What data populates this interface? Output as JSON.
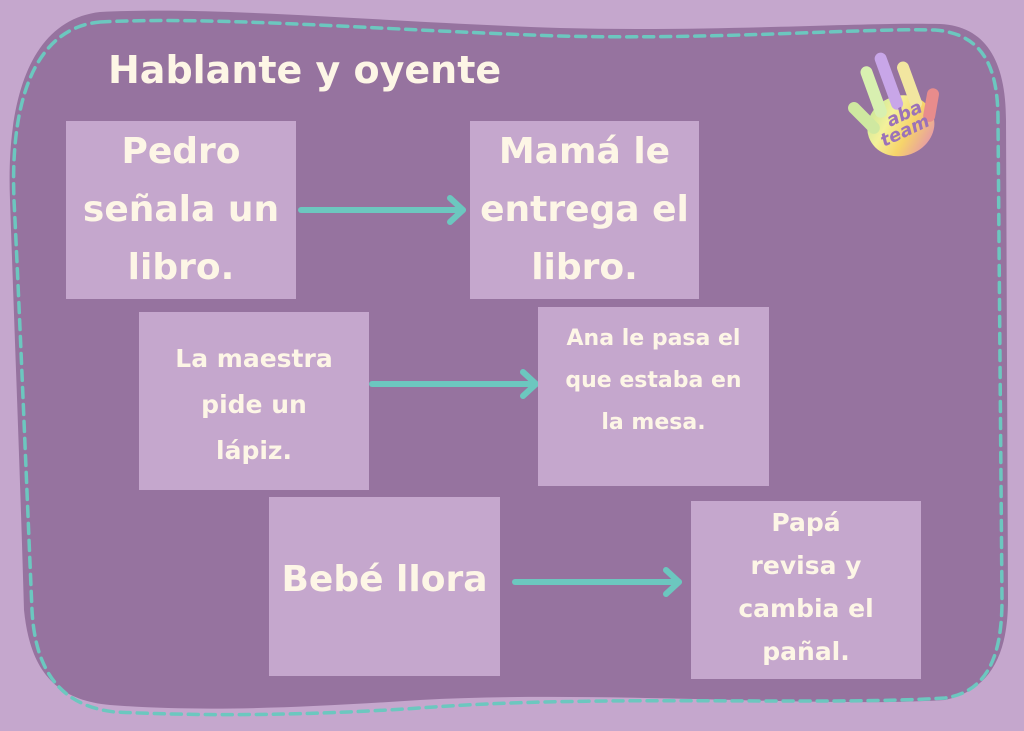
{
  "title": "Hablante y oyente",
  "colors": {
    "background": "#c5a7cd",
    "panel": "#96739f",
    "card": "#c5a7cd",
    "text": "#fdf6e6",
    "accent": "#6cc7bf"
  },
  "logo": {
    "icon": "watercolor-hand-icon",
    "text": "aba team"
  },
  "pairs": [
    {
      "speaker": "Pedro\nseñala un\nlibro.",
      "listener": "Mamá le\nentrega el\nlibro."
    },
    {
      "speaker": "La maestra\npide un\nlápiz.",
      "listener": "Ana le pasa el\nque estaba en\nla mesa."
    },
    {
      "speaker": "Bebé llora",
      "listener": "Papá\nrevisa y\ncambia el\npañal."
    }
  ]
}
